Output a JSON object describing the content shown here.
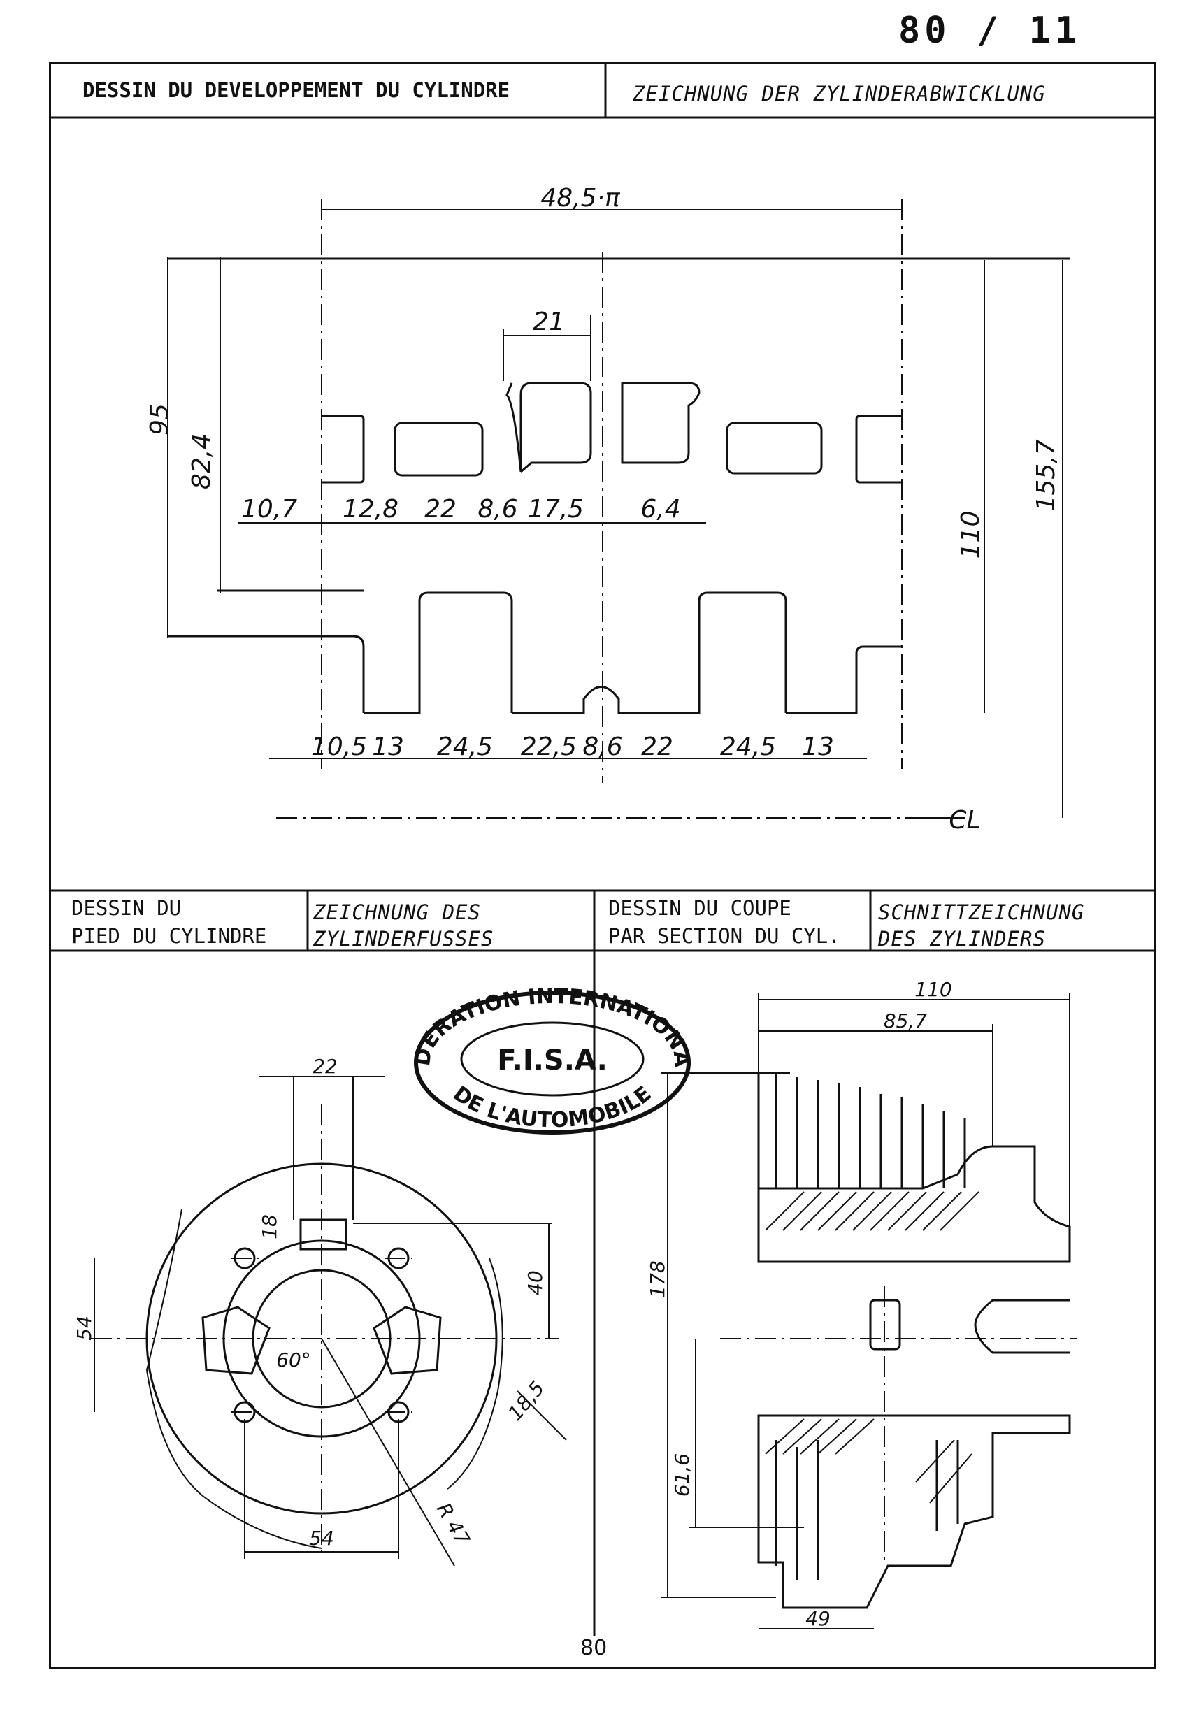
{
  "sheet_number": "80 / 11",
  "headers": {
    "development_fr": "DESSIN DU DEVELOPPEMENT DU CYLINDRE",
    "development_de": "ZEICHNUNG DER ZYLINDERABWICKLUNG",
    "foot_fr_line1": "DESSIN DU",
    "foot_fr_line2": "PIED DU CYLINDRE",
    "foot_de_line1": "ZEICHNUNG DES",
    "foot_de_line2": "ZYLINDERFUSSES",
    "section_fr_line1": "DESSIN DU COUPE",
    "section_fr_line2": "PAR SECTION DU CYL.",
    "section_de_line1": "SCHNITTZEICHNUNG",
    "section_de_line2": "DES ZYLINDERS"
  },
  "development": {
    "width_dim": "48,5·π",
    "port_width": "21",
    "height_95": "95",
    "height_82": "82,4",
    "height_110": "110",
    "height_155": "155,7",
    "top_row": [
      "10,7",
      "12,8",
      "22",
      "8,6",
      "17,5",
      "6,4"
    ],
    "bottom_row": [
      "10,5",
      "13",
      "24,5",
      "22,5",
      "8,6",
      "22",
      "24,5",
      "13"
    ],
    "centerline": "CL"
  },
  "foot": {
    "d22": "22",
    "d18": "18",
    "d40": "40",
    "d54v": "54",
    "angle": "60°",
    "d18_5": "18,5",
    "radius": "R 47",
    "d54h": "54"
  },
  "section": {
    "d110": "110",
    "d85": "85,7",
    "d178": "178",
    "d61": "61,6",
    "d49": "49"
  },
  "stamp": {
    "ring_top": "FEDERATION INTERNATIONALE",
    "ring_bottom": "DE L'AUTOMOBILE",
    "center": "F.I.S.A."
  },
  "folio": "80"
}
